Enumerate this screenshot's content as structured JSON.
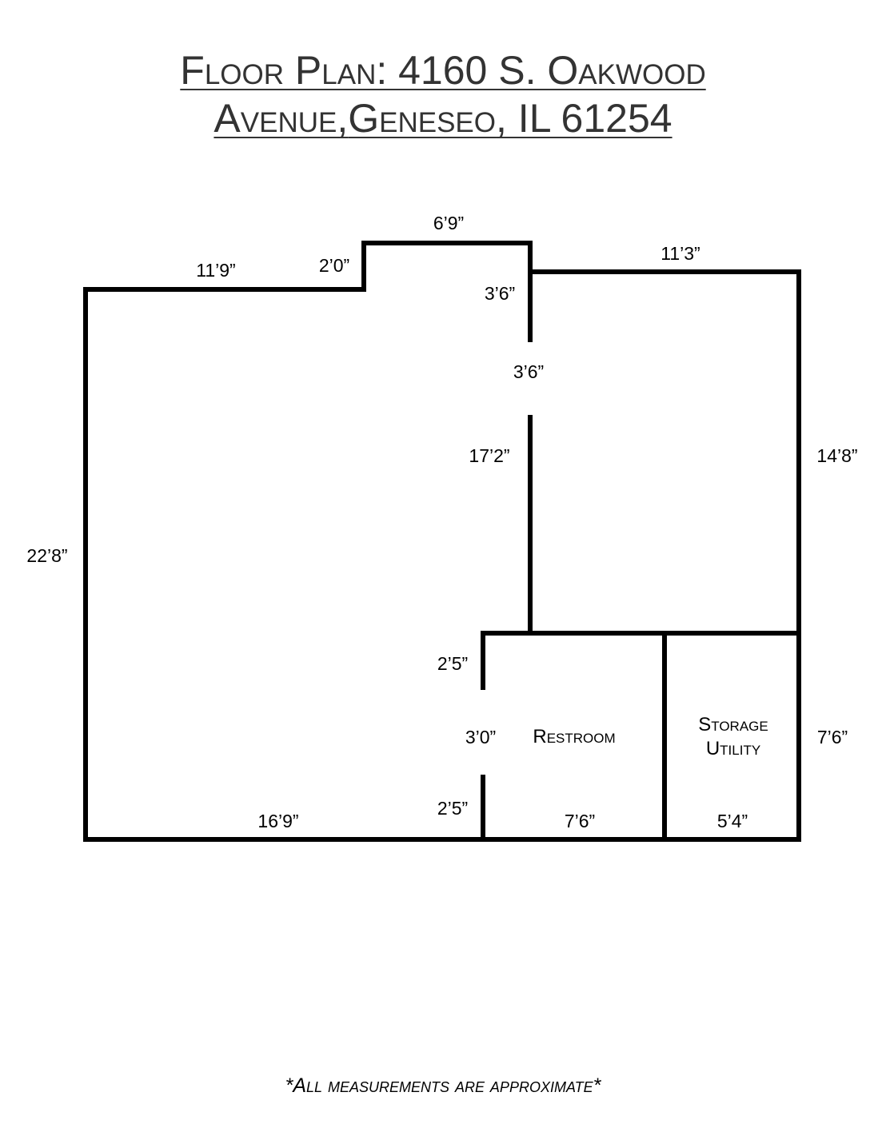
{
  "title": {
    "line1": "Floor Plan: 4160 S. Oakwood",
    "line2_start": "Avenue, ",
    "line2_city": "Geneseo",
    "line2_end": ", IL 61254"
  },
  "dimensions": {
    "top_left_wall": "11’9”",
    "jog_left": "2’0”",
    "jog_top": "6’9”",
    "top_right_wall": "11’3”",
    "partition_upper": "3’6”",
    "partition_opening": "3’6”",
    "partition_lower": "17’2”",
    "right_wall_upper": "14’8”",
    "left_wall": "22’8”",
    "restroom_wall_upper": "2’5”",
    "restroom_door": "3’0”",
    "restroom_wall_lower": "2’5”",
    "bottom_left": "16’9”",
    "bottom_restroom": "7’6”",
    "bottom_storage": "5’4”",
    "right_wall_lower": "7’6”"
  },
  "rooms": {
    "restroom": "Restroom",
    "storage_line1": "Storage",
    "storage_line2": "Utility"
  },
  "footnote": "*All measurements are approximate*",
  "colors": {
    "wall": "#000000",
    "title": "#333333",
    "spellcheck": "#d9534f"
  }
}
